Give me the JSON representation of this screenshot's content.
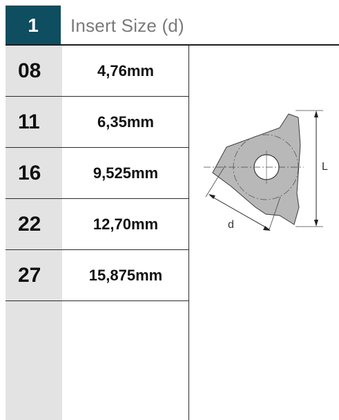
{
  "header": {
    "number": "1",
    "title": "Insert Size (d)"
  },
  "rows": [
    {
      "code": "08",
      "size": "4,76mm"
    },
    {
      "code": "11",
      "size": "6,35mm"
    },
    {
      "code": "16",
      "size": "9,525mm"
    },
    {
      "code": "22",
      "size": "12,70mm"
    },
    {
      "code": "27",
      "size": "15,875mm"
    }
  ],
  "drawing": {
    "label_L": "L",
    "label_d": "d"
  },
  "colors": {
    "header_badge": "#0f4d60",
    "code_column": "#e3e3e3",
    "insert_fill": "#b8b8b8",
    "text": "#111111"
  }
}
